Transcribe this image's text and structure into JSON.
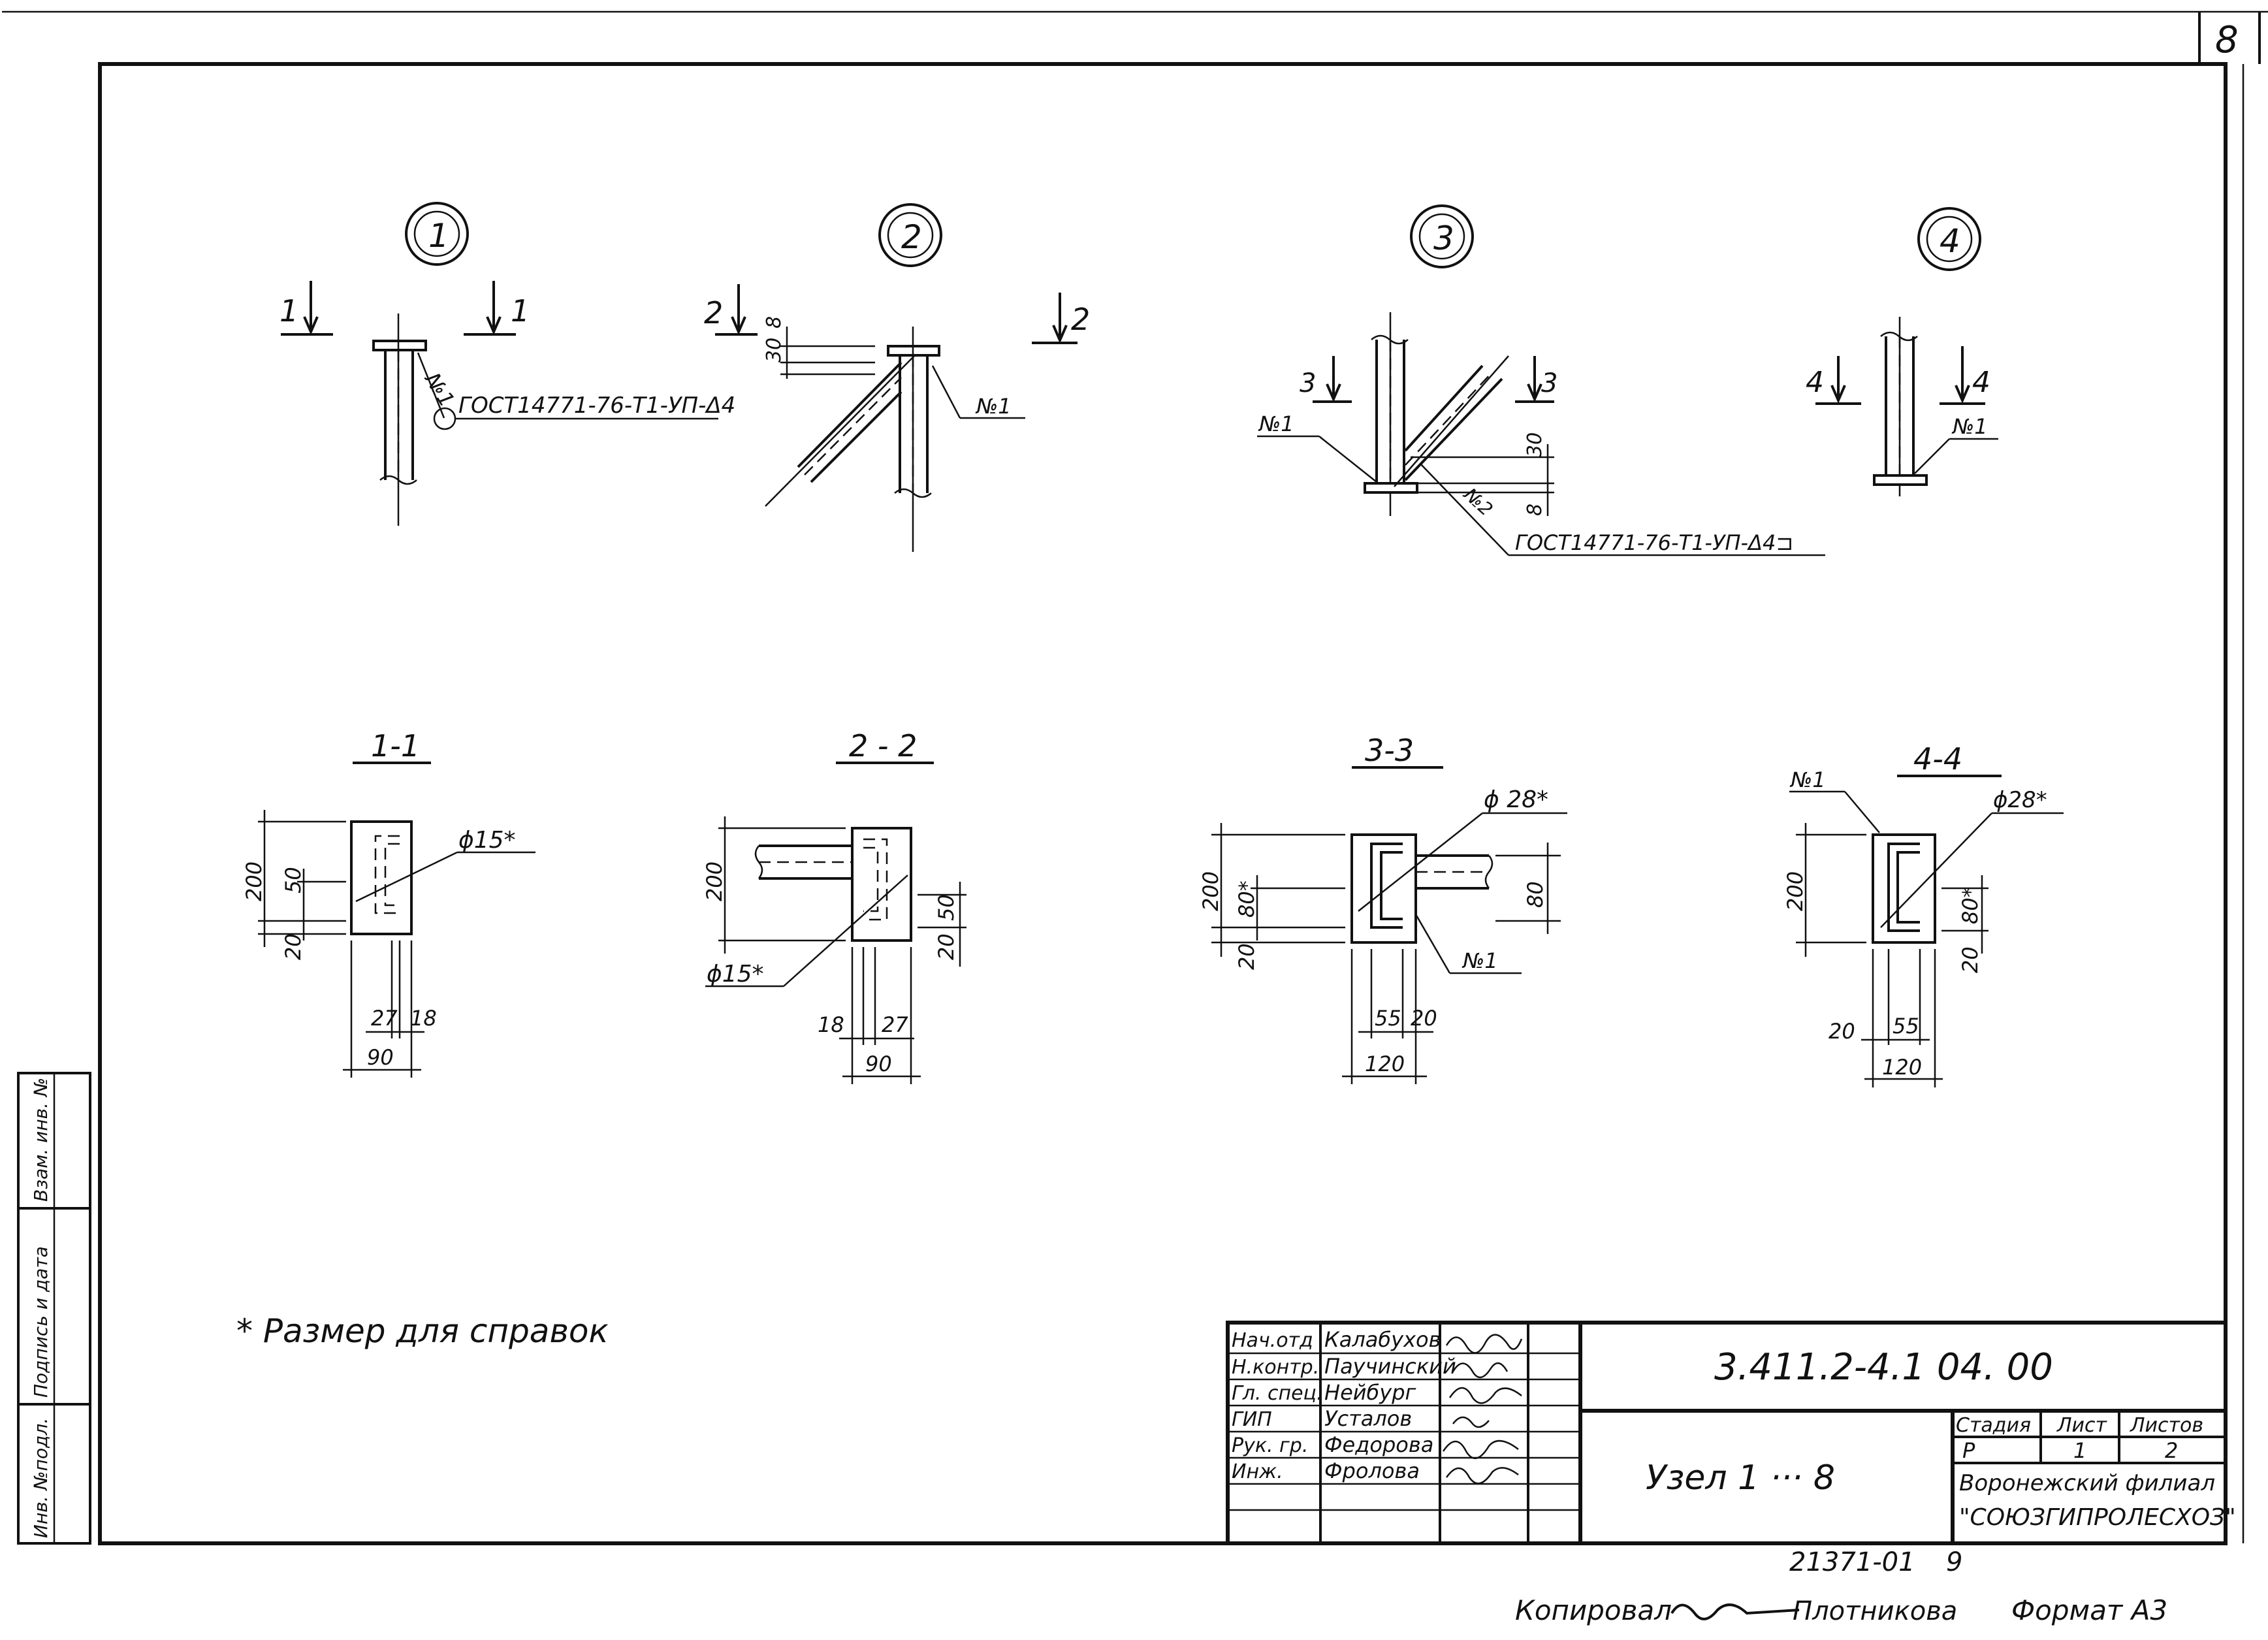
{
  "sheet": {
    "sheet_number": "8",
    "note": "* Размер для справок",
    "copied_by": "Копировал",
    "copier_name": "Плотникова",
    "format": "Формат А3",
    "archive_number": "21371-01",
    "archive_suffix": "9"
  },
  "side_stamp": {
    "inv_no": "Инв. №подл.",
    "sign_date": "Подпись и дата",
    "replace_inv": "Взам. инв. №"
  },
  "views": {
    "node_1": {
      "label": "1",
      "section_mark_left": "1",
      "section_mark_right": "1",
      "weld_mark": "№1",
      "gost": "ГОСТ14771-76-Т1-УП-Δ4"
    },
    "node_2": {
      "label": "2",
      "section_mark_left": "2",
      "section_mark_right": "2",
      "dim_top": "30",
      "dim_small": "8",
      "weld_mark": "№1"
    },
    "node_3": {
      "label": "3",
      "section_mark_left": "3",
      "section_mark_right": "3",
      "weld_mark_1": "№1",
      "weld_mark_2": "№2",
      "dim_top": "30",
      "dim_small": "8",
      "gost": "ГОСТ14771-76-Т1-УП-Δ4⊐"
    },
    "node_4": {
      "label": "4",
      "section_mark_left": "4",
      "section_mark_right": "4",
      "weld_mark": "№1"
    }
  },
  "sections": {
    "s11": {
      "title": "1-1",
      "dim_h": "200",
      "dim_50": "50",
      "dim_20": "20",
      "dia": "ϕ15*",
      "dim_27": "27",
      "dim_18": "18",
      "dim_90": "90"
    },
    "s22": {
      "title": "2 - 2",
      "dim_h": "200",
      "dim_50": "50",
      "dim_20": "20",
      "dia": "ϕ15*",
      "dim_18": "18",
      "dim_27": "27",
      "dim_90": "90"
    },
    "s33": {
      "title": "3-3",
      "dim_h": "200",
      "dim_80s": "80*",
      "dim_20": "20",
      "dim_80": "80",
      "dia": "ϕ 28*",
      "weld_mark": "№1",
      "dim_55": "55",
      "dim_20b": "20",
      "dim_120": "120"
    },
    "s44": {
      "title": "4-4",
      "dim_h": "200",
      "dim_80s": "80*",
      "dim_20": "20",
      "dia": "ϕ28*",
      "weld_mark": "№1",
      "dim_20b": "20",
      "dim_55": "55",
      "dim_120": "120"
    }
  },
  "title_block": {
    "doc_code": "3.411.2-4.1  04. 00",
    "title": "Узел  1 ··· 8",
    "stage_label": "Стадия",
    "sheet_label": "Лист",
    "sheets_label": "Листов",
    "stage_value": "Р",
    "sheet_value": "1",
    "sheets_value": "2",
    "org_line1": "Воронежский филиал",
    "org_line2": "\"СОЮЗГИПРОЛЕСХОЗ\"",
    "rows": [
      {
        "role": "Нач.отд",
        "name": "Калабухов"
      },
      {
        "role": "Н.контр.",
        "name": "Паучинский"
      },
      {
        "role": "Гл. спец.",
        "name": "Нейбург"
      },
      {
        "role": "ГИП",
        "name": "Усталов"
      },
      {
        "role": "Рук. гр.",
        "name": "Федорова"
      },
      {
        "role": "Инж.",
        "name": "Фролова"
      }
    ]
  }
}
